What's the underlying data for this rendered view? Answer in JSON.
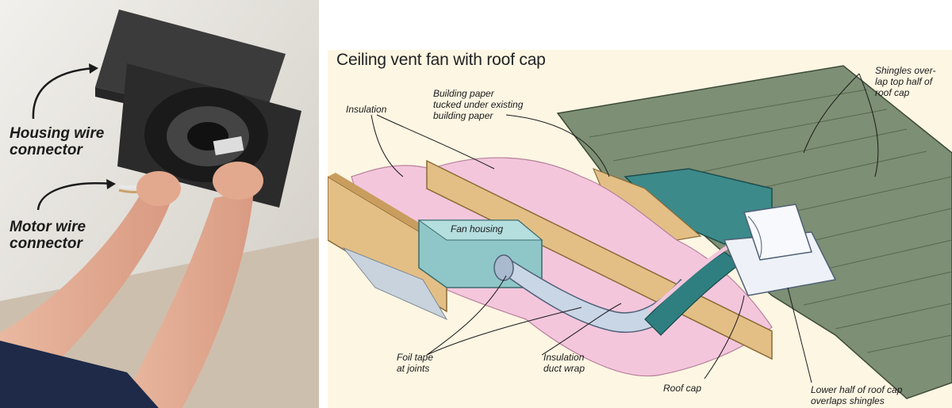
{
  "photo": {
    "labels": {
      "housing_wire_connector": "Housing wire\nconnector",
      "motor_wire_connector": "Motor wire\nconnector"
    }
  },
  "diagram": {
    "title": "Ceiling vent fan with roof cap",
    "callouts": {
      "insulation": "Insulation",
      "building_paper": "Building paper\ntucked under existing\nbuilding paper",
      "shingles_overlap": "Shingles over-\nlap top half of\nroof cap",
      "fan_housing": "Fan housing",
      "foil_tape": "Foil tape\nat joints",
      "duct_wrap": "Insulation\nduct wrap",
      "roof_cap": "Roof cap",
      "lower_half": "Lower half of roof cap\noverlaps shingles"
    },
    "colors": {
      "shingle": "#7d8f74",
      "insulation": "#f3c6dc",
      "wood": "#e3bf86",
      "fan_housing": "#8fc7c8",
      "duct": "#c9d6e6",
      "building_paper": "#3c8a8a",
      "background": "#fdf6e3"
    }
  }
}
